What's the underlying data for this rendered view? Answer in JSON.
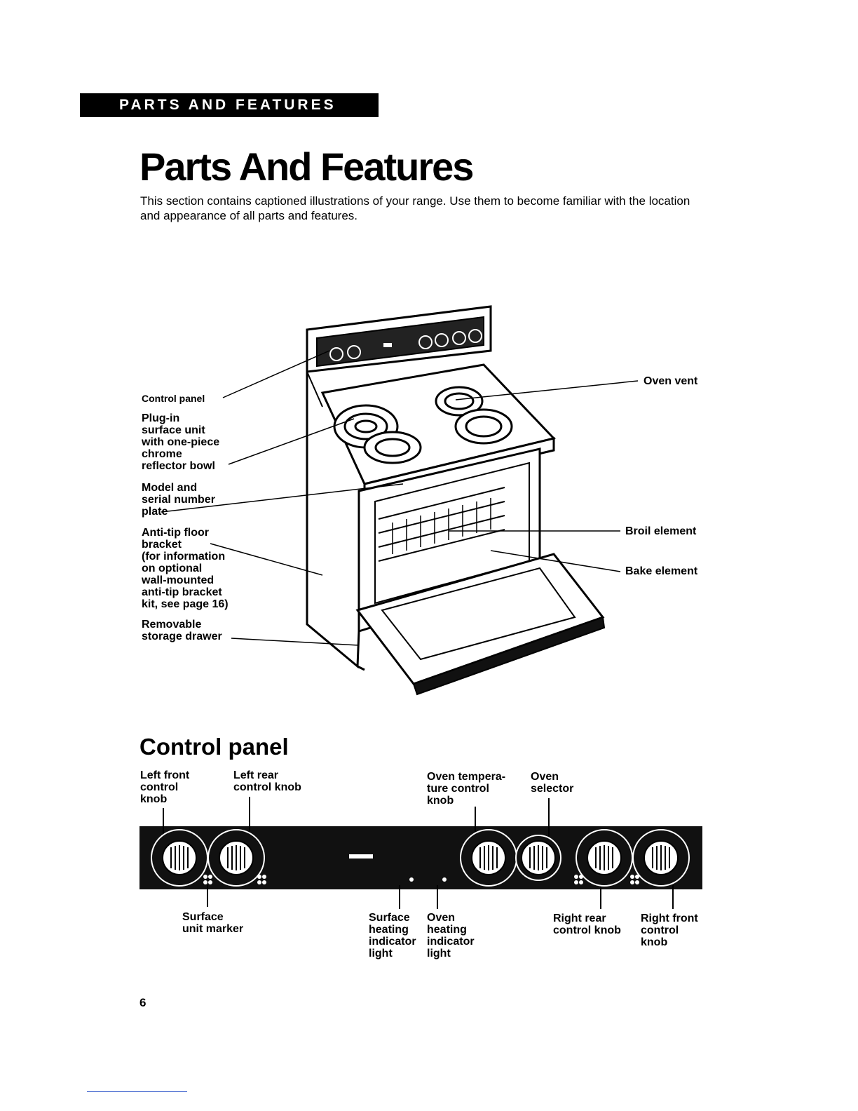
{
  "header": {
    "section_tab": "PARTS AND FEATURES"
  },
  "main": {
    "title": "Parts And Features",
    "intro": "This section contains captioned illustrations of your range. Use them to become familiar with the location and appearance of all parts and features."
  },
  "range_diagram": {
    "labels": {
      "control_panel": "Control panel",
      "plug_in": "Plug-in\nsurface unit\nwith one-piece\nchrome\nreflector bowl",
      "model_plate": "Model and\nserial number\nplate",
      "anti_tip": "Anti-tip floor\nbracket\n(for information\non optional\nwall-mounted\nanti-tip bracket\nkit, see page 16)",
      "drawer": "Removable\nstorage drawer",
      "oven_vent": "Oven vent",
      "broil": "Broil element",
      "bake": "Bake element"
    }
  },
  "control_panel_section": {
    "title": "Control panel",
    "labels": {
      "left_front": "Left front\ncontrol\nknob",
      "left_rear": "Left rear\ncontrol knob",
      "oven_temp": "Oven tempera-\nture control\nknob",
      "oven_selector": "Oven\nselector",
      "surface_marker": "Surface\nunit marker",
      "surface_light": "Surface\nheating\nindicator\nlight",
      "oven_light": "Oven\nheating\nindicator\nlight",
      "right_rear": "Right rear\ncontrol knob",
      "right_front": "Right front\ncontrol\nknob"
    }
  },
  "footer": {
    "page_number": "6"
  }
}
